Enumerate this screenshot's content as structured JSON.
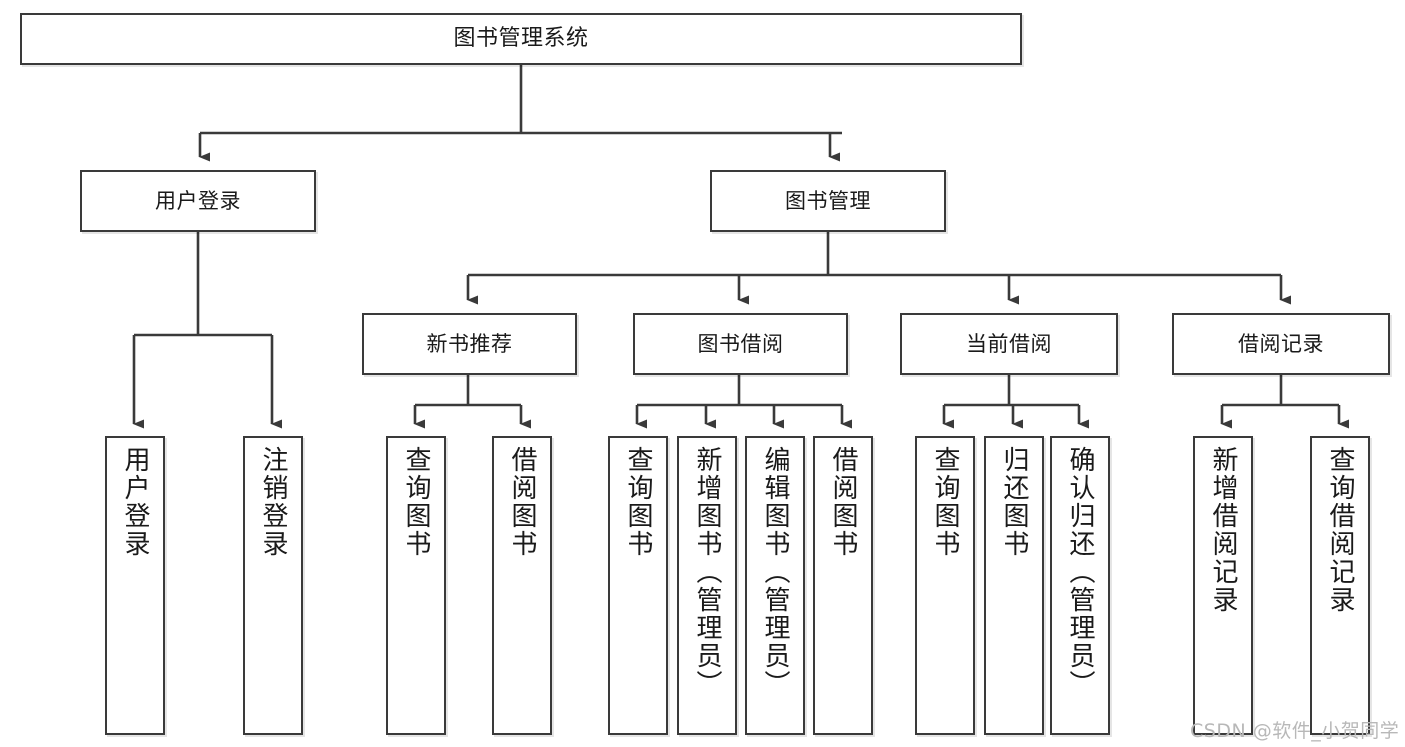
{
  "diagram": {
    "title": "图书管理系统",
    "type": "hierarchy-tree",
    "watermark": "CSDN @软件_小贺同学",
    "colors": {
      "node_border": "#3a3a3a",
      "node_fill": "#ffffff",
      "edge": "#3a3a3a",
      "text": "#1a1a1a",
      "watermark": "#b8b8b8",
      "background": "#ffffff"
    },
    "levels": {
      "root": "图书管理系统",
      "level2": [
        "用户登录",
        "图书管理"
      ],
      "level3": [
        "新书推荐",
        "图书借阅",
        "当前借阅",
        "借阅记录"
      ]
    },
    "nodes": {
      "root": {
        "label": "图书管理系统"
      },
      "user_login": {
        "label": "用户登录"
      },
      "book_mgmt": {
        "label": "图书管理"
      },
      "new_book_rec": {
        "label": "新书推荐"
      },
      "book_borrow": {
        "label": "图书借阅"
      },
      "current_borrow": {
        "label": "当前借阅"
      },
      "borrow_record": {
        "label": "借阅记录"
      },
      "leaf_user_login": {
        "label": "用户登录"
      },
      "leaf_logout": {
        "label": "注销登录"
      },
      "leaf_query_book_1": {
        "label": "查询图书"
      },
      "leaf_borrow_book_1": {
        "label": "借阅图书"
      },
      "leaf_query_book_2": {
        "label": "查询图书"
      },
      "leaf_add_book_admin": {
        "label": "新增图书（管理员）"
      },
      "leaf_edit_book_admin": {
        "label": "编辑图书（管理员）"
      },
      "leaf_borrow_book_2": {
        "label": "借阅图书"
      },
      "leaf_query_book_3": {
        "label": "查询图书"
      },
      "leaf_return_book": {
        "label": "归还图书"
      },
      "leaf_confirm_return_admin": {
        "label": "确认归还（管理员）"
      },
      "leaf_add_borrow_record": {
        "label": "新增借阅记录"
      },
      "leaf_query_borrow_record": {
        "label": "查询借阅记录"
      }
    },
    "tree": [
      {
        "label": "图书管理系统",
        "children": [
          {
            "label": "用户登录",
            "children": [
              {
                "label": "用户登录"
              },
              {
                "label": "注销登录"
              }
            ]
          },
          {
            "label": "图书管理",
            "children": [
              {
                "label": "新书推荐",
                "children": [
                  {
                    "label": "查询图书"
                  },
                  {
                    "label": "借阅图书"
                  }
                ]
              },
              {
                "label": "图书借阅",
                "children": [
                  {
                    "label": "查询图书"
                  },
                  {
                    "label": "新增图书（管理员）"
                  },
                  {
                    "label": "编辑图书（管理员）"
                  },
                  {
                    "label": "借阅图书"
                  }
                ]
              },
              {
                "label": "当前借阅",
                "children": [
                  {
                    "label": "查询图书"
                  },
                  {
                    "label": "归还图书"
                  },
                  {
                    "label": "确认归还（管理员）"
                  }
                ]
              },
              {
                "label": "借阅记录",
                "children": [
                  {
                    "label": "新增借阅记录"
                  },
                  {
                    "label": "查询借阅记录"
                  }
                ]
              }
            ]
          }
        ]
      }
    ]
  }
}
